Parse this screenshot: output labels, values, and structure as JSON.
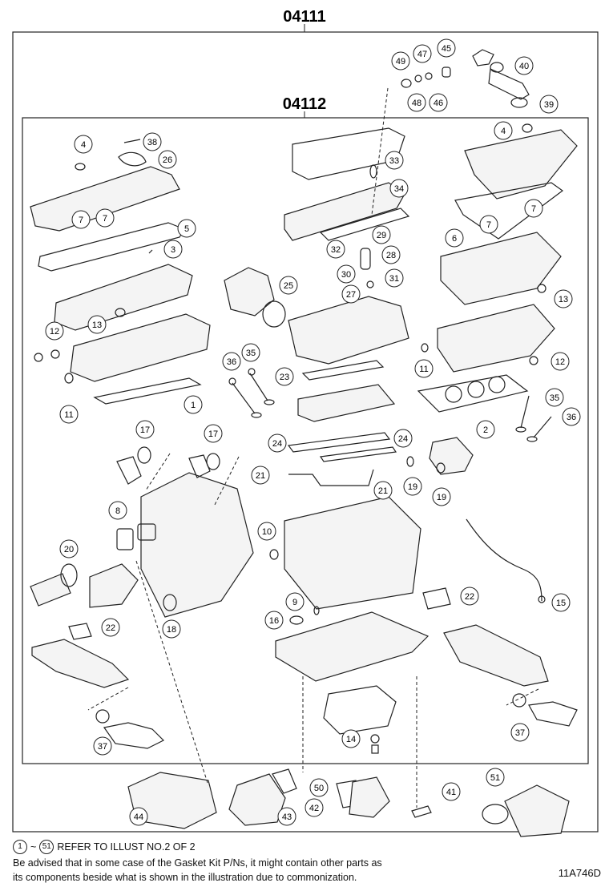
{
  "kits": {
    "outer": "04111",
    "inner": "04112"
  },
  "callouts": [
    {
      "n": "49"
    },
    {
      "n": "47"
    },
    {
      "n": "45"
    },
    {
      "n": "40"
    },
    {
      "n": "48"
    },
    {
      "n": "46"
    },
    {
      "n": "39"
    },
    {
      "n": "4"
    },
    {
      "n": "38"
    },
    {
      "n": "26"
    },
    {
      "n": "33"
    },
    {
      "n": "4"
    },
    {
      "n": "34"
    },
    {
      "n": "7"
    },
    {
      "n": "7"
    },
    {
      "n": "5"
    },
    {
      "n": "7"
    },
    {
      "n": "7"
    },
    {
      "n": "29"
    },
    {
      "n": "6"
    },
    {
      "n": "3"
    },
    {
      "n": "32"
    },
    {
      "n": "28"
    },
    {
      "n": "30"
    },
    {
      "n": "31"
    },
    {
      "n": "25"
    },
    {
      "n": "27"
    },
    {
      "n": "13"
    },
    {
      "n": "13"
    },
    {
      "n": "12"
    },
    {
      "n": "36"
    },
    {
      "n": "35"
    },
    {
      "n": "11"
    },
    {
      "n": "12"
    },
    {
      "n": "23"
    },
    {
      "n": "11"
    },
    {
      "n": "1"
    },
    {
      "n": "35"
    },
    {
      "n": "2"
    },
    {
      "n": "36"
    },
    {
      "n": "17"
    },
    {
      "n": "17"
    },
    {
      "n": "24"
    },
    {
      "n": "24"
    },
    {
      "n": "21"
    },
    {
      "n": "21"
    },
    {
      "n": "19"
    },
    {
      "n": "19"
    },
    {
      "n": "8"
    },
    {
      "n": "10"
    },
    {
      "n": "20"
    },
    {
      "n": "22"
    },
    {
      "n": "15"
    },
    {
      "n": "9"
    },
    {
      "n": "18"
    },
    {
      "n": "16"
    },
    {
      "n": "22"
    },
    {
      "n": "14"
    },
    {
      "n": "37"
    },
    {
      "n": "37"
    },
    {
      "n": "50"
    },
    {
      "n": "51"
    },
    {
      "n": "41"
    },
    {
      "n": "42"
    },
    {
      "n": "44"
    },
    {
      "n": "43"
    }
  ],
  "footer": {
    "ref_start": "1",
    "ref_sep": "~",
    "ref_end": "51",
    "ref_text": "REFER TO ILLUST NO.2 OF 2",
    "advice_line1": "Be advised that in some case of the Gasket Kit P/Ns,  it might contain other parts as",
    "advice_line2": "its components beside what is shown in the illustration due to commonization.",
    "figure_code": "11A746D"
  }
}
